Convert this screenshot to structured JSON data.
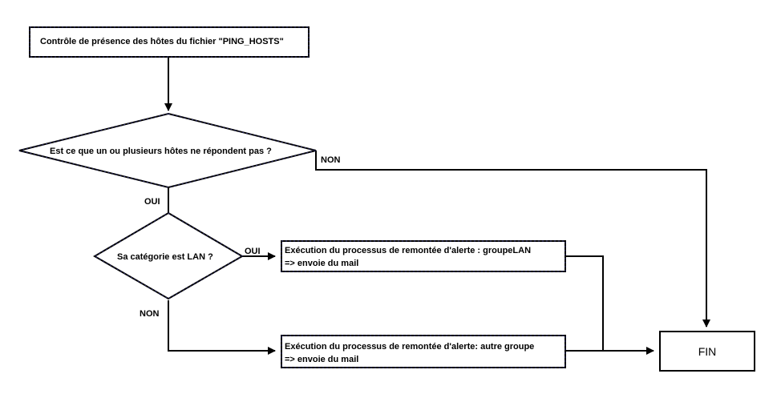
{
  "nodes": {
    "start_process": {
      "label": "Contrôle de présence des hôtes du fichier \"PING_HOSTS\""
    },
    "decision_hosts": {
      "label": "Est ce que un ou plusieurs hôtes ne répondent pas ?"
    },
    "decision_lan": {
      "label": "Sa catégorie est LAN ?"
    },
    "process_lan": {
      "line1": "Exécution du processus de remontée d'alerte : groupeLAN",
      "line2": "=> envoie du mail"
    },
    "process_other": {
      "line1": "Exécution du processus de remontée d'alerte: autre groupe",
      "line2": "=> envoie du mail"
    },
    "end": {
      "label": "FIN"
    }
  },
  "edge_labels": {
    "hosts_no": "NON",
    "hosts_yes": "OUI",
    "lan_yes": "OUI",
    "lan_no": "NON"
  },
  "colors": {
    "stroke": "#000000",
    "background": "#ffffff",
    "dashed_edge": "#2a2a6a"
  }
}
